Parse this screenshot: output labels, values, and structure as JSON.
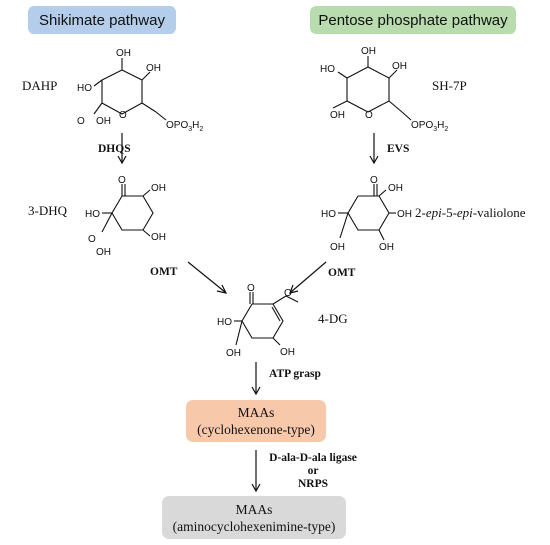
{
  "pathways": {
    "left": {
      "label": "Shikimate pathway",
      "color": "#b4cdea"
    },
    "right": {
      "label": "Pentose phosphate pathway",
      "color": "#b8dcae"
    }
  },
  "compounds": {
    "dahp": "DAHP",
    "sh7p": "SH-7P",
    "dhq": "3-DHQ",
    "evv": {
      "p1": "2-",
      "p2": "epi",
      "p3": "-5-",
      "p4": "epi",
      "p5": "-valiolone"
    },
    "dg": "4-DG"
  },
  "atoms": {
    "oh": "OH",
    "ho": "HO",
    "o": "O",
    "opo3h2": "OPO3H2",
    "opo3_prefix": "OPO",
    "opo3_sub3": "3",
    "opo3_h": "H",
    "opo3_sub2": "2"
  },
  "enzymes": {
    "dhqs": "DHQS",
    "evs": "EVS",
    "omt_left": "OMT",
    "omt_right": "OMT",
    "atp_grasp": "ATP grasp",
    "ligase_line1": "D-ala-D-ala ligase",
    "ligase_line2": "or",
    "ligase_line3": "NRPS"
  },
  "products": {
    "maa1": {
      "line1": "MAAs",
      "line2": "(cyclohexenone-type)",
      "color": "#f8c8aa"
    },
    "maa2": {
      "line1": "MAAs",
      "line2": "(aminocyclohexenimine-type)",
      "color": "#d9d9d9"
    }
  }
}
